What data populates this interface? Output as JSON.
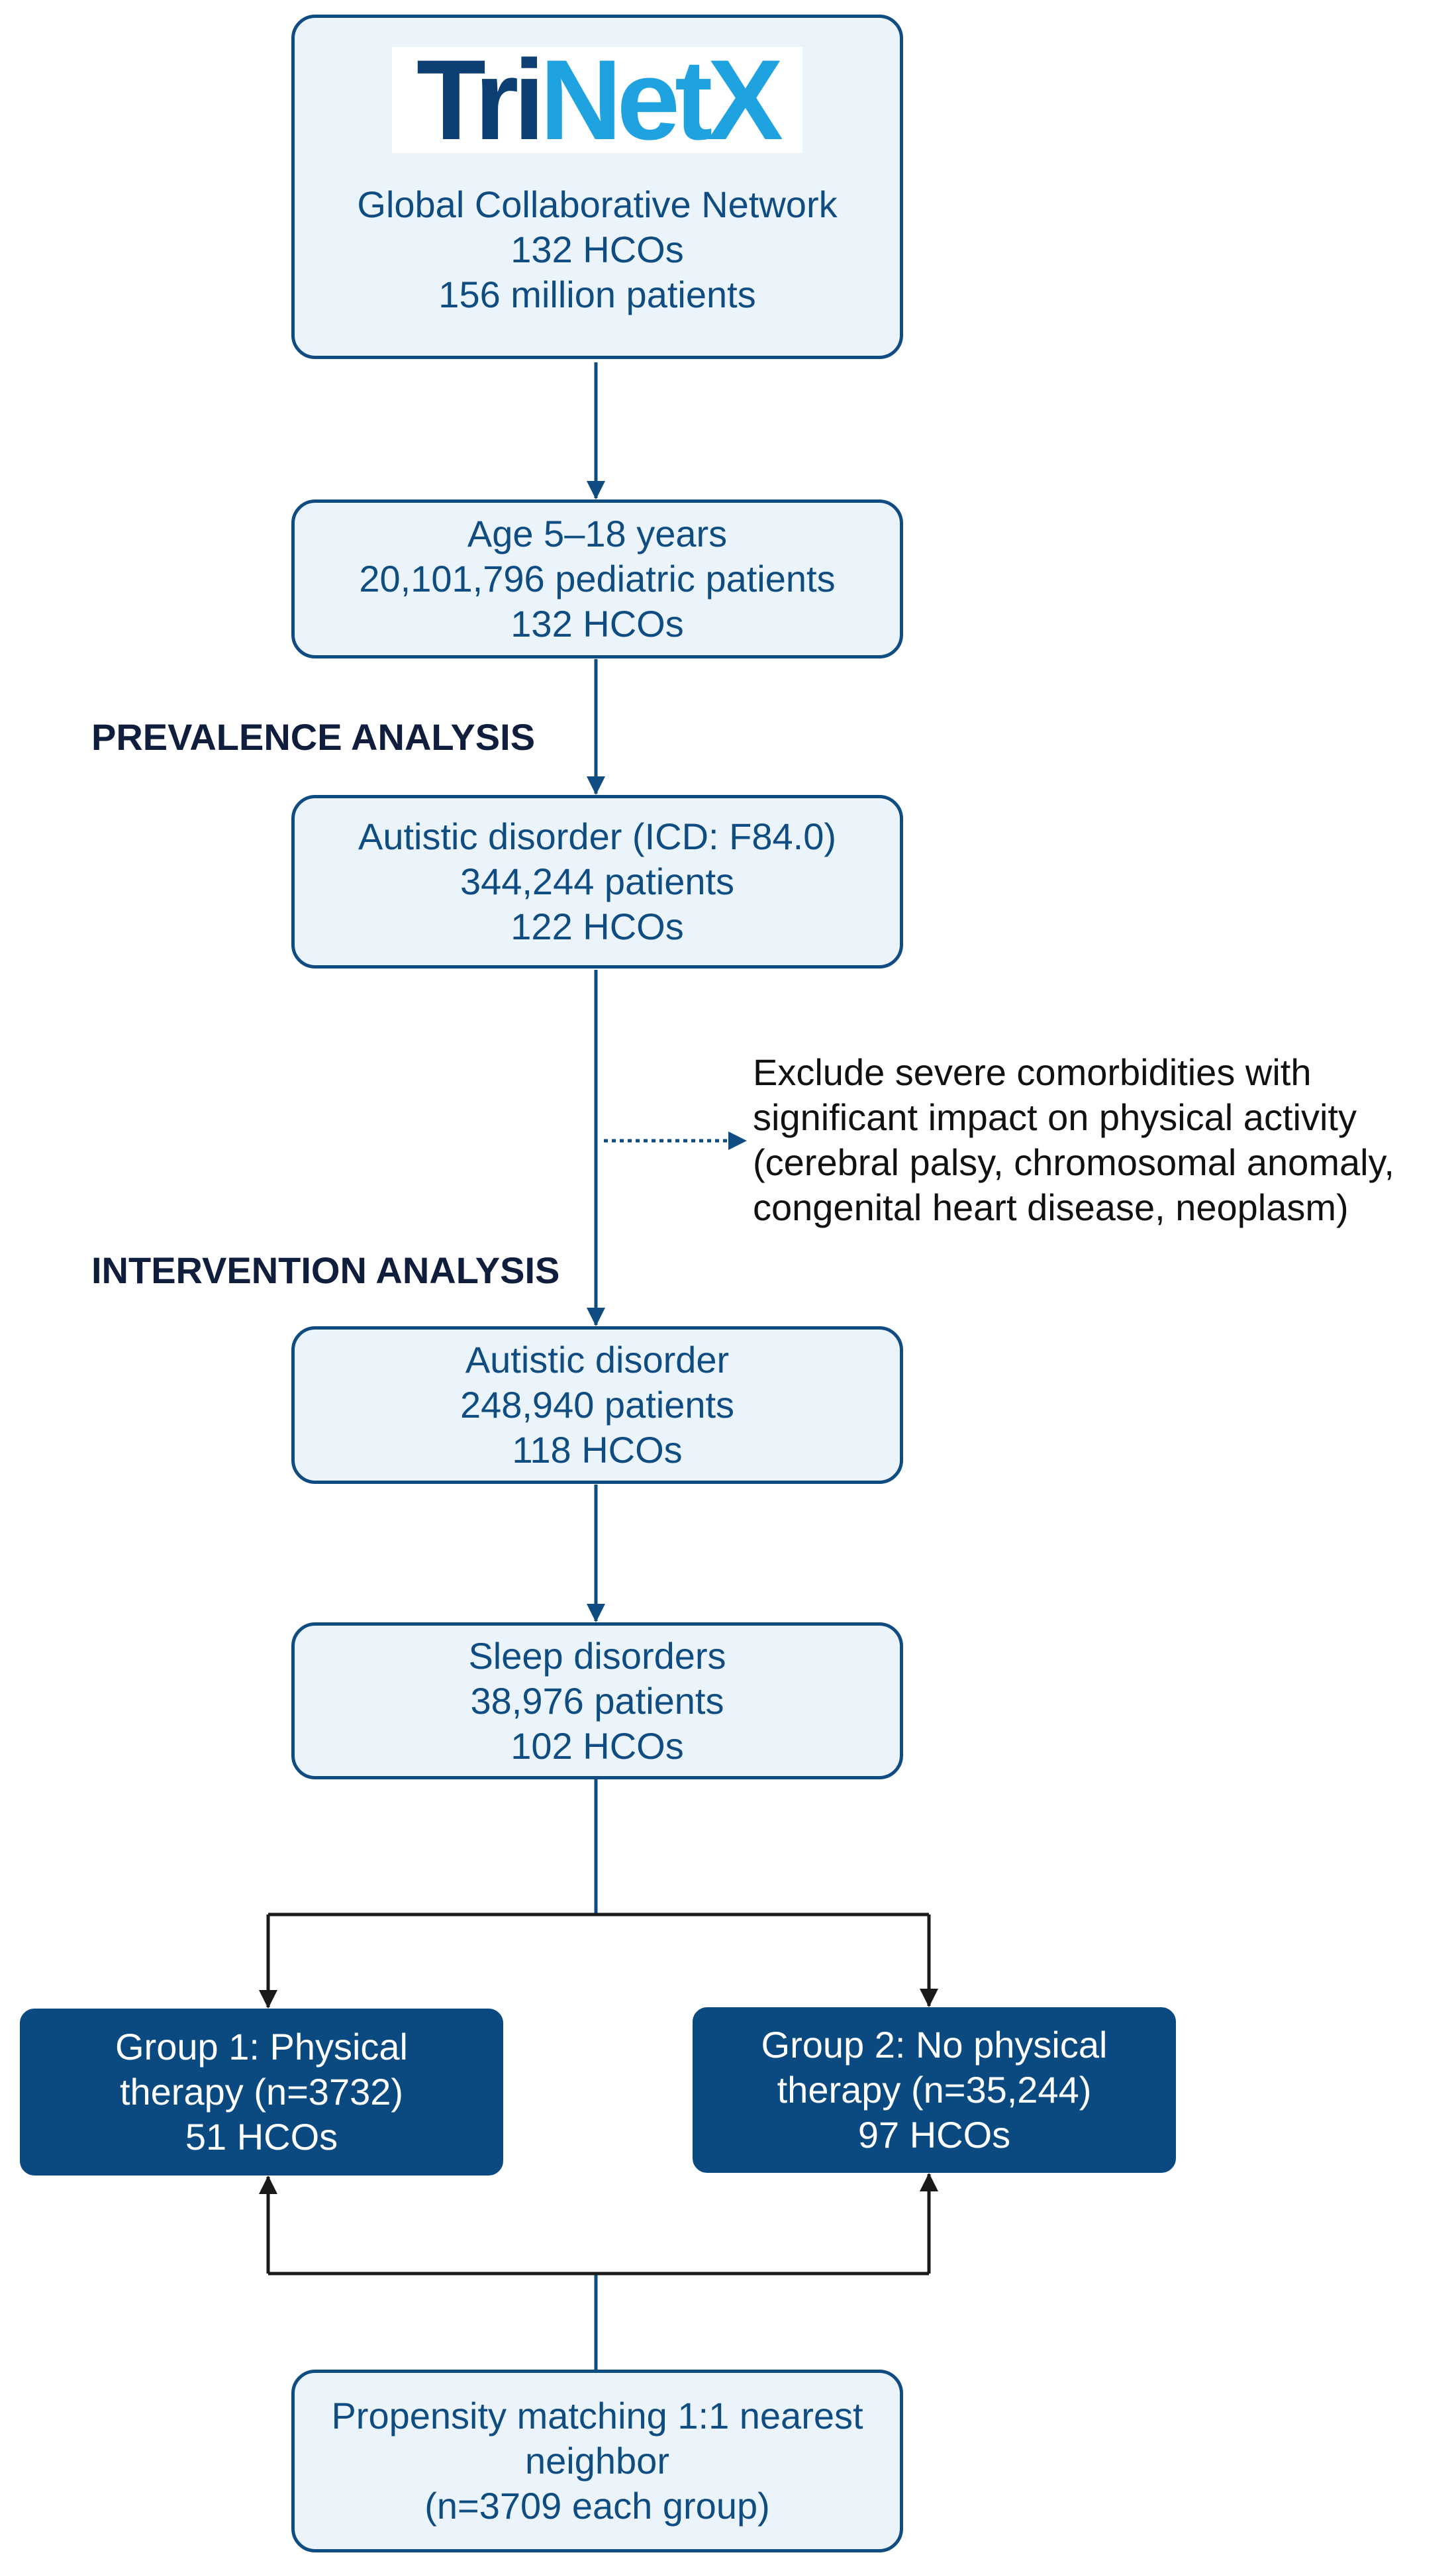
{
  "colors": {
    "primary": "#0f4c81",
    "box_fill": "#ebf3fb",
    "dark_fill": "#0a4a80",
    "section_heading": "#0f1e3c",
    "logo_dark": "#0d3f73",
    "logo_light": "#1ea3e0"
  },
  "logo": {
    "part1": "Tri",
    "part2": "NetX"
  },
  "nodes": {
    "network": [
      "Global Collaborative Network",
      "132 HCOs",
      "156 million patients"
    ],
    "age": [
      "Age 5–18 years",
      "20,101,796 pediatric patients",
      "132 HCOs"
    ],
    "autistic_icd": [
      "Autistic disorder (ICD: F84.0)",
      "344,244 patients",
      "122 HCOs"
    ],
    "autistic": [
      "Autistic disorder",
      "248,940 patients",
      "118 HCOs"
    ],
    "sleep": [
      "Sleep disorders",
      "38,976 patients",
      "102 HCOs"
    ],
    "group1": [
      "Group 1: Physical",
      "therapy (n=3732)",
      "51 HCOs"
    ],
    "group2": [
      "Group 2: No physical",
      "therapy (n=35,244)",
      "97 HCOs"
    ],
    "matching": [
      "Propensity matching 1:1 nearest",
      "neighbor",
      "(n=3709 each group)"
    ]
  },
  "sections": {
    "prevalence": "PREVALENCE ANALYSIS",
    "intervention": "INTERVENTION ANALYSIS"
  },
  "exclusion": [
    "Exclude severe comorbidities with",
    "significant impact on physical activity",
    "(cerebral palsy, chromosomal anomaly,",
    "congenital heart disease, neoplasm)"
  ]
}
